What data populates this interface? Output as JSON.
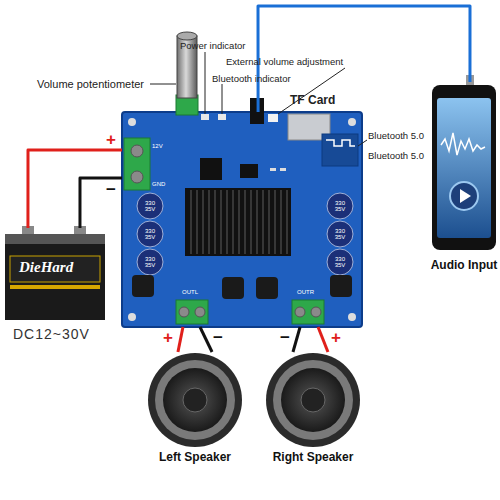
{
  "diagram": {
    "nodes": [
      {
        "text": [
          "TF Card"
        ]
      },
      {
        "text": [
          "Audio Input"
        ]
      },
      {
        "text": [
          "DieHard",
          "DC12~30V"
        ]
      },
      {
        "text": [
          "Left Speaker"
        ]
      },
      {
        "text": [
          "Right Speaker"
        ]
      }
    ],
    "edges": [
      {
        "from": 2,
        "to": 0,
        "arrow": "none",
        "label": "+"
      },
      {
        "from": 2,
        "to": 0,
        "arrow": "none",
        "label": "−"
      },
      {
        "from": 0,
        "to": 3,
        "arrow": "none",
        "label": "+"
      },
      {
        "from": 0,
        "to": 3,
        "arrow": "none",
        "label": "−"
      },
      {
        "from": 0,
        "to": 4,
        "arrow": "none",
        "label": "−"
      },
      {
        "from": 0,
        "to": 4,
        "arrow": "none",
        "label": "+"
      },
      {
        "from": 1,
        "to": 0,
        "arrow": "none"
      }
    ],
    "labels": [
      "Volume potentiometer",
      "Power indicator",
      "Bluetooth indicator",
      "External volume adjustment",
      "Bluetooth 5.0",
      "Bluetooth 5.0",
      "12V",
      "GND",
      "OUTL",
      "OUTR",
      "330 35V",
      "330 35V",
      "330 35V",
      "330 35V",
      "330 35V",
      "330 35V"
    ]
  }
}
